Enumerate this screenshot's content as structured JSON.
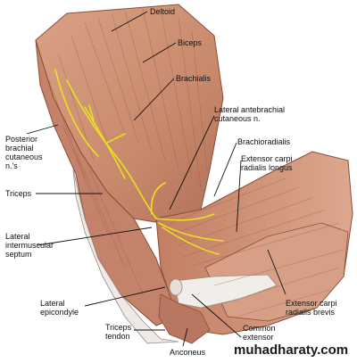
{
  "labels": {
    "deltoid": "Deltoid",
    "biceps": "Biceps",
    "brachialis": "Brachialis",
    "lateral_antebrachial_1": "Lateral antebrachial",
    "lateral_antebrachial_2": "cutaneous n.",
    "posterior_brachial_1": "Posterior",
    "posterior_brachial_2": "brachial",
    "posterior_brachial_3": "cutaneous",
    "posterior_brachial_4": "n.'s",
    "brachioradialis": "Brachioradialis",
    "ecrl_1": "Extensor carpi",
    "ecrl_2": "radialis longus",
    "triceps": "Triceps",
    "lis_1": "Lateral",
    "lis_2": "intermuscular",
    "lis_3": "septum",
    "ecrb_1": "Extensor carpi",
    "ecrb_2": "radialis brevis",
    "lateral_epicondyle_1": "Lateral",
    "lateral_epicondyle_2": "epicondyle",
    "triceps_tendon_1": "Triceps",
    "triceps_tendon_2": "tendon",
    "common_extensor_1": "Common",
    "common_extensor_2": "extensor",
    "anconeus": "Anconeus"
  },
  "watermark": "muhadharaty.com",
  "colors": {
    "muscle": "#cf9478",
    "muscle_dark": "#a8654a",
    "tendon": "#efeae6",
    "nerve": "#e8e020"
  }
}
